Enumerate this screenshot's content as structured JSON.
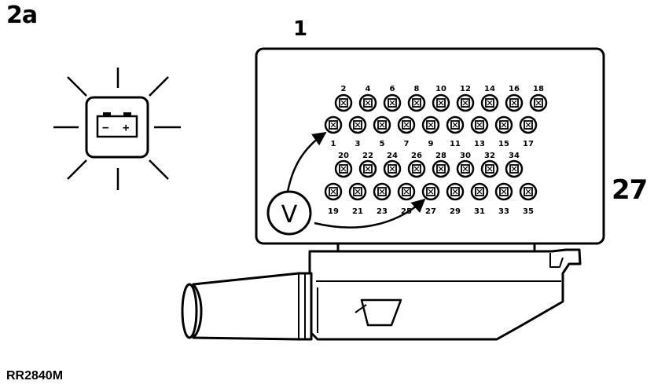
{
  "figure_label": "2a",
  "callouts": {
    "top": "1",
    "right": "27"
  },
  "reference": "RR2840M",
  "meter_label": "V",
  "battery": {
    "minus": "−",
    "plus": "+"
  },
  "pins": {
    "row1_labels": [
      "2",
      "4",
      "6",
      "8",
      "10",
      "12",
      "14",
      "16",
      "18"
    ],
    "row2_labels": [
      "1",
      "3",
      "5",
      "7",
      "9",
      "11",
      "13",
      "15",
      "17"
    ],
    "row3_labels": [
      "20",
      "22",
      "24",
      "26",
      "28",
      "30",
      "32",
      "34"
    ],
    "row4_labels": [
      "19",
      "21",
      "23",
      "25",
      "27",
      "29",
      "31",
      "33",
      "35"
    ]
  },
  "probe_pins": [
    "1",
    "27"
  ]
}
